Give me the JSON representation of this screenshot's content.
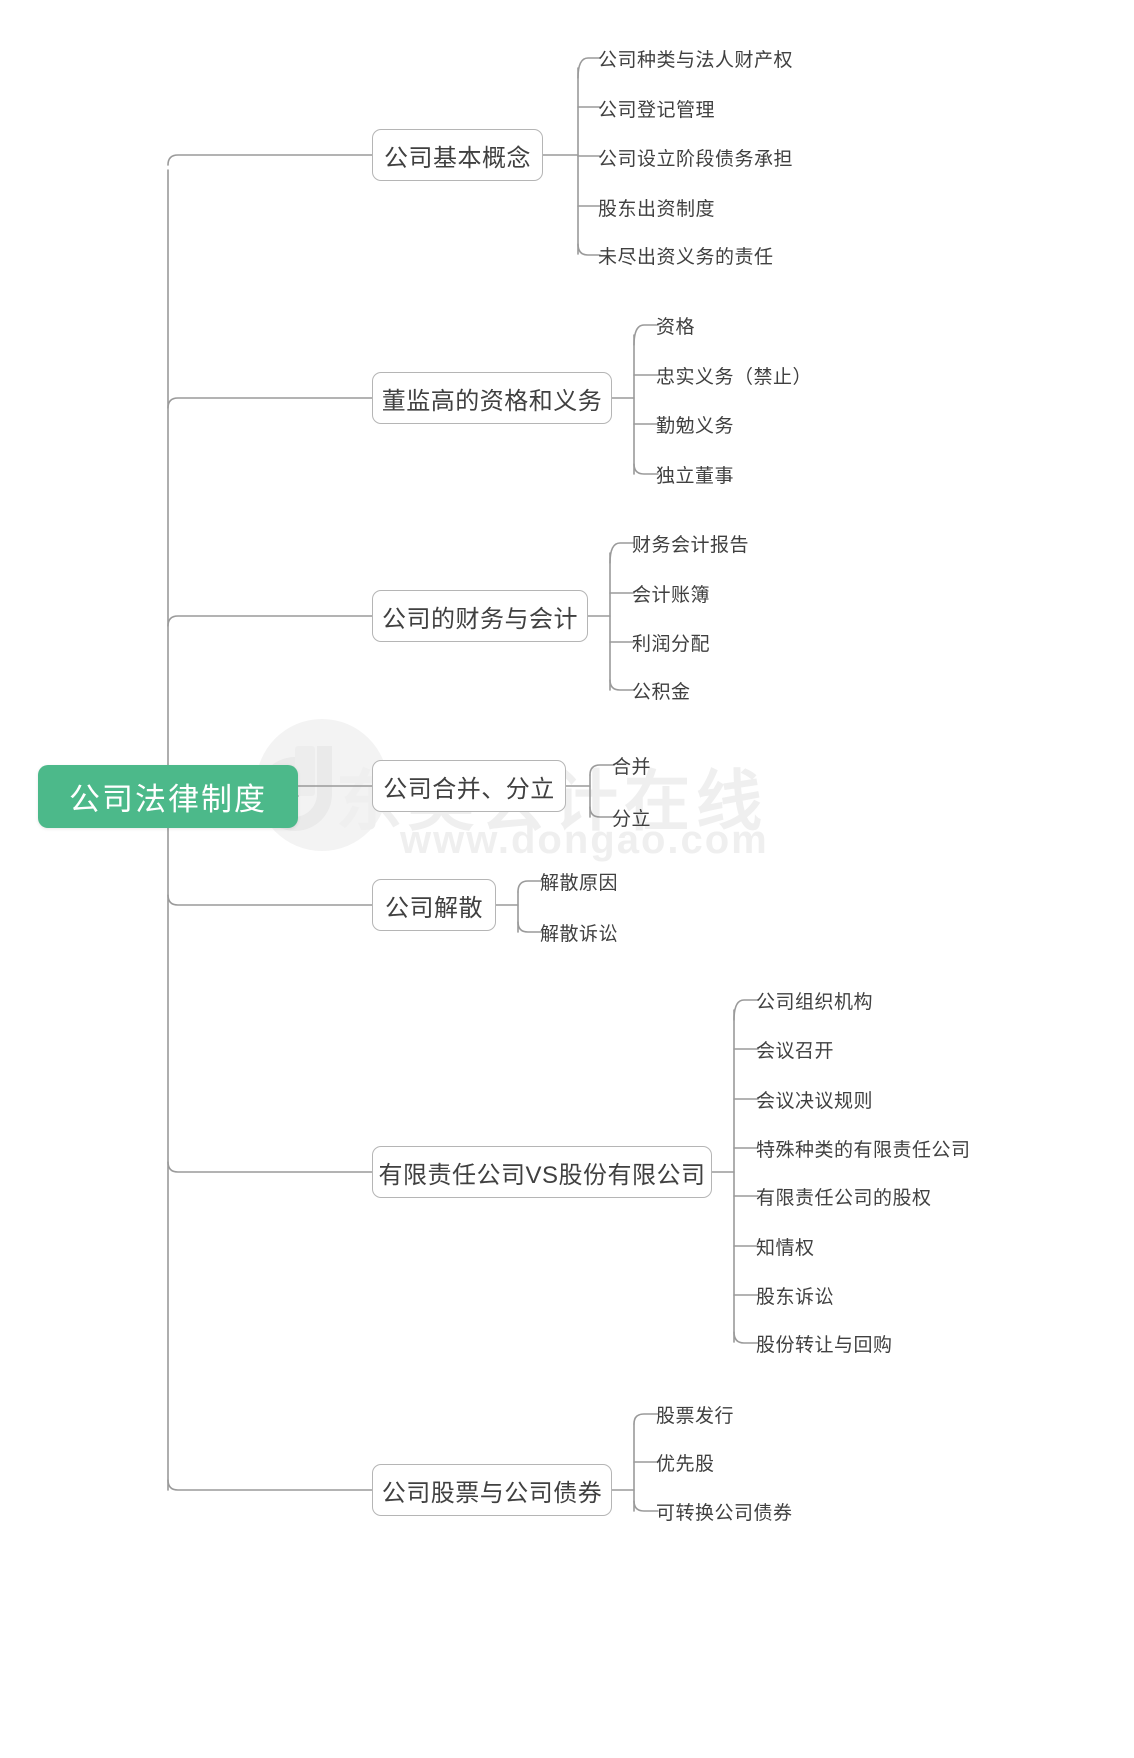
{
  "diagram": {
    "type": "mindmap",
    "title": "公司法律制度",
    "colors": {
      "root_bg": "#4cb98a",
      "root_text": "#ffffff",
      "node_border": "#b5b5b5",
      "node_text": "#404040",
      "edge": "#9a9a9a",
      "watermark": "#efefef",
      "background": "#ffffff"
    },
    "root": {
      "label": "公司法律制度"
    },
    "branches": [
      {
        "label": "公司基本概念",
        "children": [
          "公司种类与法人财产权",
          "公司登记管理",
          "公司设立阶段债务承担",
          "股东出资制度",
          "未尽出资义务的责任"
        ]
      },
      {
        "label": "董监高的资格和义务",
        "children": [
          "资格",
          "忠实义务（禁止）",
          "勤勉义务",
          "独立董事"
        ]
      },
      {
        "label": "公司的财务与会计",
        "children": [
          "财务会计报告",
          "会计账簿",
          "利润分配",
          "公积金"
        ]
      },
      {
        "label": "公司合并、分立",
        "children": [
          "合并",
          "分立"
        ]
      },
      {
        "label": "公司解散",
        "children": [
          "解散原因",
          "解散诉讼"
        ]
      },
      {
        "label": "有限责任公司VS股份有限公司",
        "children": [
          "公司组织机构",
          "会议召开",
          "会议决议规则",
          "特殊种类的有限责任公司",
          "有限责任公司的股权",
          "知情权",
          "股东诉讼",
          "股份转让与回购"
        ]
      },
      {
        "label": "公司股票与公司债券",
        "children": [
          "股票发行",
          "优先股",
          "可转换公司债券"
        ]
      }
    ]
  },
  "watermark": {
    "brand_cn": "东奥会计在线",
    "url": "www.dongao.com",
    "logo": "dongao-logo-icon"
  }
}
